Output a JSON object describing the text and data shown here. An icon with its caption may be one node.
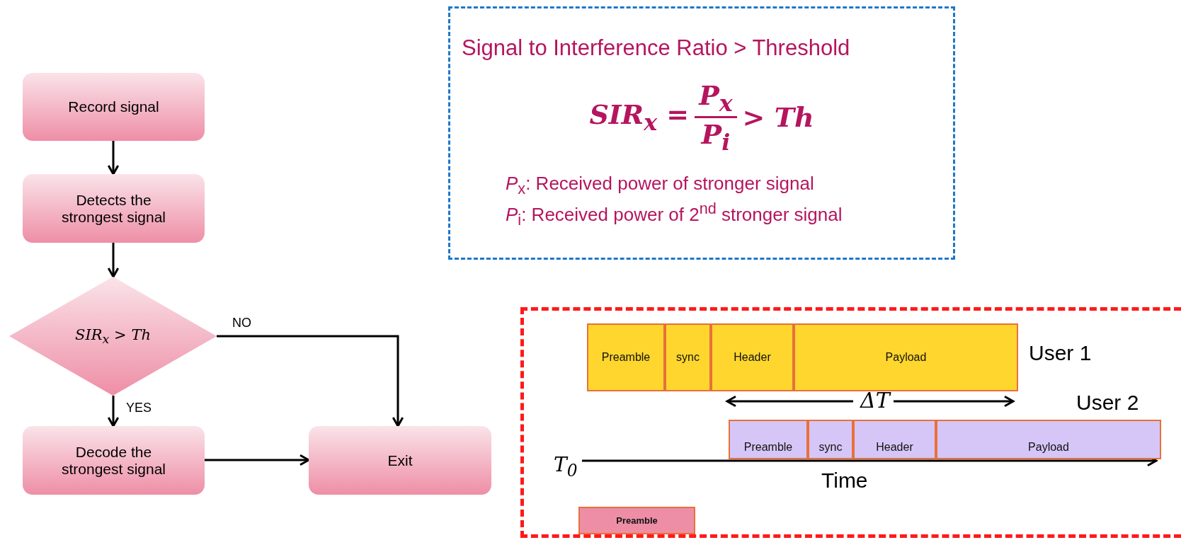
{
  "diagram": {
    "nodes": [
      {
        "text": [
          "Record signal"
        ]
      },
      {
        "text": [
          "Detects the strongest signal"
        ]
      },
      {
        "text": [
          "SIR$_{x}$ > Th"
        ]
      },
      {
        "text": [
          "Decode the strongest signal"
        ]
      },
      {
        "text": [
          "Exit"
        ]
      },
      {
        "text": [
          "Signal to Interference Ratio > Threshold",
          "SIR$_{x}$ =",
          "P$_{x}$",
          "P$_{i}$",
          "> Th",
          "*P*$_{x}$: Received power of stronger signal",
          "*P*$_{i}$: Received power of 2$^{nd}$ stronger signal"
        ]
      },
      {
        "text": [],
        "shape": "box"
      },
      {
        "text": [
          "Preamble"
        ],
        "in": 6
      },
      {
        "text": [
          "sync"
        ],
        "in": 6
      },
      {
        "text": [
          "Header"
        ],
        "in": 6
      },
      {
        "text": [
          "Payload"
        ],
        "in": 6
      },
      {
        "text": [
          "Preamble"
        ],
        "in": 6
      },
      {
        "text": [
          "sync"
        ],
        "in": 6
      },
      {
        "text": [
          "Header"
        ],
        "in": 6
      },
      {
        "text": [
          "Payload"
        ],
        "in": 6
      },
      {
        "text": [
          "Preamble"
        ],
        "in": 6
      }
    ],
    "edges": [
      {
        "from": 0,
        "to": 1,
        "arrow": "to"
      },
      {
        "from": 1,
        "to": 2,
        "arrow": "to"
      },
      {
        "from": 2,
        "to": 3,
        "arrow": "to",
        "label": "YES"
      },
      {
        "from": 2,
        "to": 4,
        "arrow": "to",
        "label": "NO"
      },
      {
        "from": 3,
        "to": 4,
        "arrow": "to"
      }
    ],
    "labels": [
      "User 1",
      "ΔT",
      "User 2",
      "T$_{0}$",
      "Time"
    ]
  }
}
